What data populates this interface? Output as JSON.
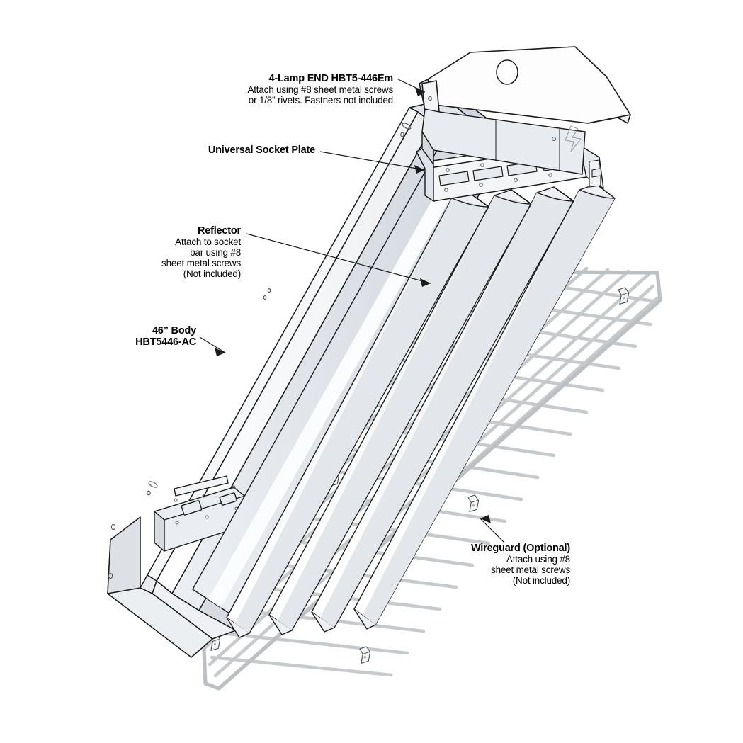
{
  "diagram": {
    "title": "4-Lamp High Bay Fixture Exploded Assembly",
    "background_color": "#ffffff",
    "line_color": "#1a1a1a",
    "panel_light": "#f7f8f9",
    "panel_mid": "#e4e8ed",
    "panel_shade": "#d4d9e0",
    "wireguard_color": "#c9cccd"
  },
  "callouts": [
    {
      "id": "end-cap",
      "heading": "4-Lamp END HBT5-446Em",
      "lines": [
        "Attach using #8 sheet metal screws",
        "or 1/8” rivets. Fastners not included"
      ],
      "align": "right"
    },
    {
      "id": "socket-plate",
      "heading": "Universal Socket Plate",
      "lines": [],
      "align": "right"
    },
    {
      "id": "reflector",
      "heading": "Reflector",
      "lines": [
        "Attach to socket",
        "bar using #8",
        "sheet metal screws",
        "(Not included)"
      ],
      "align": "right"
    },
    {
      "id": "body",
      "heading": "46” Body",
      "lines": [
        "HBT5446-AC"
      ],
      "align": "right"
    },
    {
      "id": "wireguard",
      "heading": "Wireguard (Optional)",
      "lines": [
        "Attach using #8",
        "sheet metal screws",
        "(Not included)"
      ],
      "align": "right"
    }
  ],
  "parts": {
    "end_cap": {
      "name": "End cap plate",
      "features": "pentagonal top plate with one round knockout hole"
    },
    "socket_plate": {
      "name": "Universal socket plate",
      "socket_count": 4,
      "features": "four rectangular lamp-socket cutouts each flanked by two screw holes"
    },
    "reflector": {
      "name": "Reflector",
      "ridge_count": 4,
      "features": "four scalloped longitudinal ridges"
    },
    "body": {
      "name": "46” Body",
      "model": "HBT5446-AC",
      "features": "channel housing with end flanges and socket bar"
    },
    "wireguard": {
      "name": "Wireguard",
      "optional": true,
      "clip_count": 6,
      "features": "welded wire mesh grid with mounting clips"
    }
  }
}
